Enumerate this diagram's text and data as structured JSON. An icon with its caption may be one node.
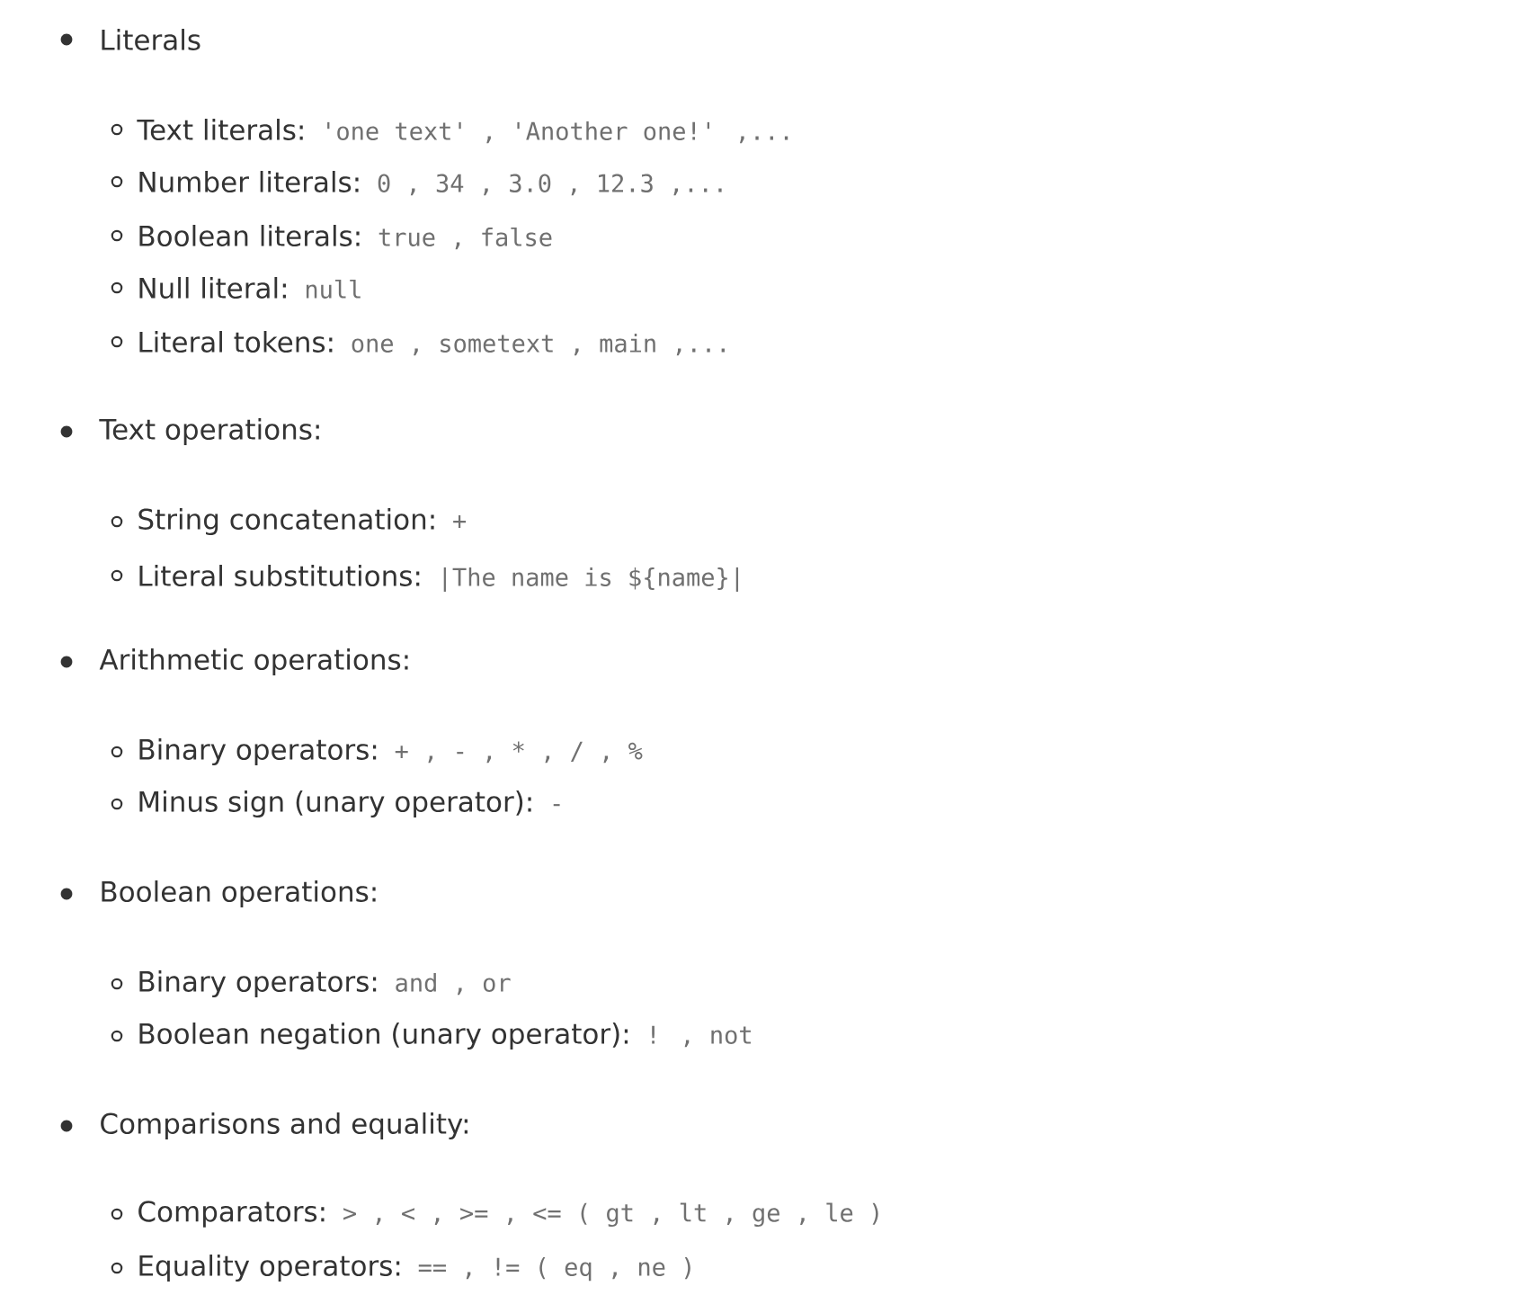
{
  "diagram": {
    "labels": [
      "Literals",
      "Text literals:",
      "'one text' , 'Another one!' ,...",
      "Number literals:",
      "0 , 34 , 3.0 , 12.3 ,...",
      "Boolean literals:",
      "true , false",
      "Null literal:",
      "null",
      "Literal tokens:",
      "one , sometext , main ,...",
      "Text operations:",
      "String concatenation:",
      "+",
      "Literal substitutions:",
      "|The name is ${name}|",
      "Arithmetic operations:",
      "Binary operators:",
      "+ , - , * , / , %",
      "Minus sign (unary operator):",
      "-",
      "Boolean operations:",
      "Binary operators:",
      "and , or",
      "Boolean negation (unary operator):",
      "! , not",
      "Comparisons and equality:",
      "Comparators:",
      "> , < , >= , <= ( gt , lt , ge , le )",
      "Equality operators:",
      "== , != ( eq , ne )"
    ]
  }
}
